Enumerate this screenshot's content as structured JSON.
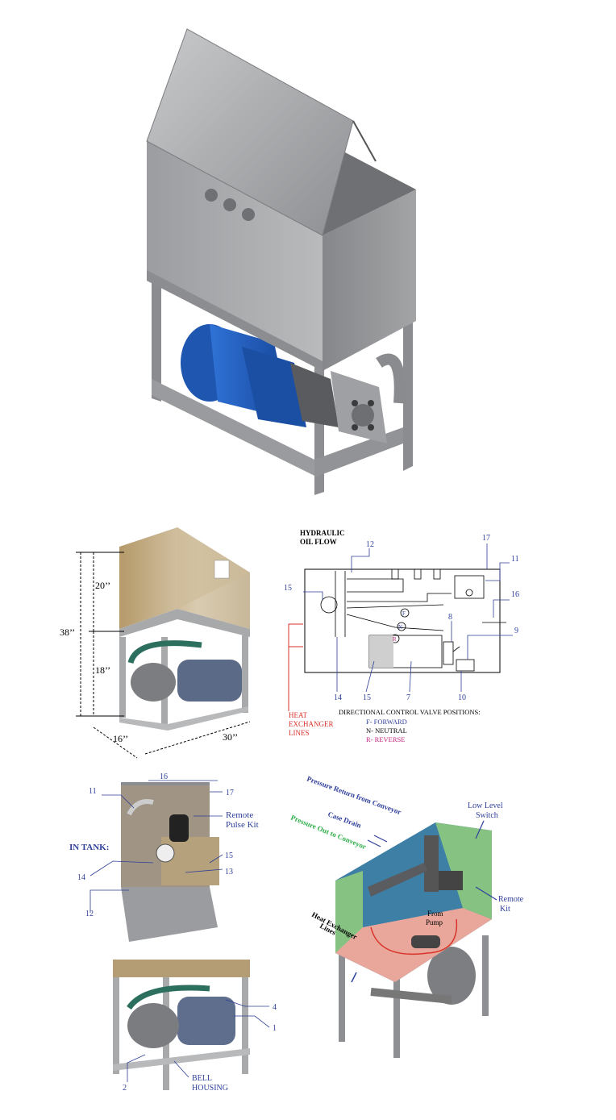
{
  "colors": {
    "blue_label": "#2e3f9a",
    "red_label": "#d9332b",
    "magenta_label": "#c2237f",
    "green_label": "#2fae4a",
    "steel": "#a8a9ab",
    "steel_dark": "#7c7d80",
    "motor_blue": "#1f5bb8",
    "tank_blue": "#3e7fa6",
    "tank_green": "#86c383",
    "tank_pink": "#e8a79a"
  },
  "dimensions": {
    "overall_height": "38’’",
    "upper_height": "20’’",
    "lower_height": "18’’",
    "depth": "16’’",
    "width": "30’’"
  },
  "flow_diagram": {
    "title_line1": "HYDRAULIC",
    "title_line2": "OIL FLOW",
    "callouts": {
      "c12": "12",
      "c17": "17",
      "c11": "11",
      "c15": "15",
      "c16": "16",
      "c8": "8",
      "c9": "9",
      "c14": "14",
      "c15b": "15",
      "c7": "7",
      "c10": "10"
    },
    "valve_letters": {
      "f": "F",
      "n": "N",
      "r": "R"
    },
    "heat_exchanger": [
      "HEAT",
      "EXCHANGER",
      "LINES"
    ],
    "valve_positions_title": "DIRECTIONAL CONTROL VALVE POSITIONS:",
    "forward": "F- FORWARD",
    "neutral": "N- NEUTRAL",
    "reverse": "R- REVERSE"
  },
  "in_tank": {
    "title": "IN TANK:",
    "callouts": {
      "c16": "16",
      "c11": "11",
      "c17": "17",
      "c15": "15",
      "c14": "14",
      "c13": "13",
      "c12": "12"
    },
    "remote_pulse_line1": "Remote",
    "remote_pulse_line2": "Pulse Kit"
  },
  "bell_housing": {
    "callouts": {
      "c4": "4",
      "c1": "1",
      "c2": "2"
    },
    "label_line1": "BELL",
    "label_line2": "HOUSING"
  },
  "cutaway": {
    "pressure_return": "Pressure Return from Conveyor",
    "case_drain": "Case Drain",
    "pressure_out": "Pressure Out to Conveyor",
    "low_level_line1": "Low Level",
    "low_level_line2": "Switch",
    "remote_line1": "Remote",
    "remote_line2": "Kit",
    "heat_exchanger_line1": "Heat Exchanger",
    "heat_exchanger_line2": "Lines",
    "from_pump_line1": "From",
    "from_pump_line2": "Pump"
  }
}
